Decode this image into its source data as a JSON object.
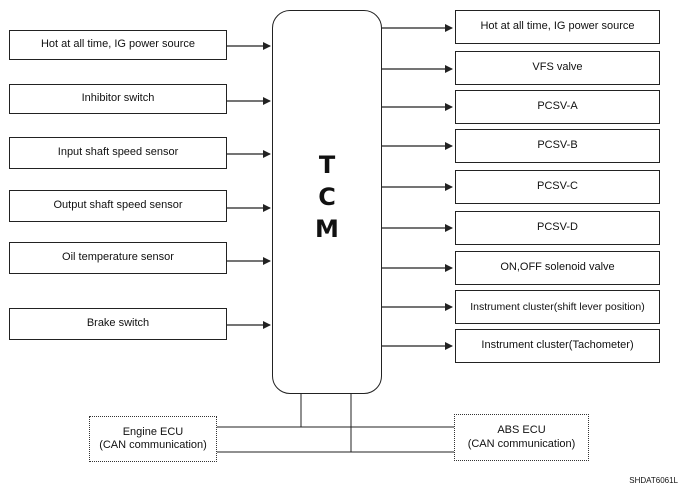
{
  "tcm": {
    "letters": [
      "T",
      "C",
      "M"
    ]
  },
  "inputs": [
    "Hot at all time, IG power source",
    "Inhibitor switch",
    "Input shaft speed sensor",
    "Output shaft speed sensor",
    "Oil temperature sensor",
    "Brake switch"
  ],
  "outputs": [
    "Hot at all time, IG power source",
    "VFS valve",
    "PCSV-A",
    "PCSV-B",
    "PCSV-C",
    "PCSV-D",
    "ON,OFF solenoid valve",
    "Instrument cluster(shift lever position)",
    "Instrument cluster(Tachometer)"
  ],
  "ecus": {
    "engine": {
      "name": "Engine ECU",
      "protocol": "(CAN communication)"
    },
    "abs": {
      "name": "ABS ECU",
      "protocol": "(CAN communication)"
    }
  },
  "figure_code": "SHDAT6061L"
}
